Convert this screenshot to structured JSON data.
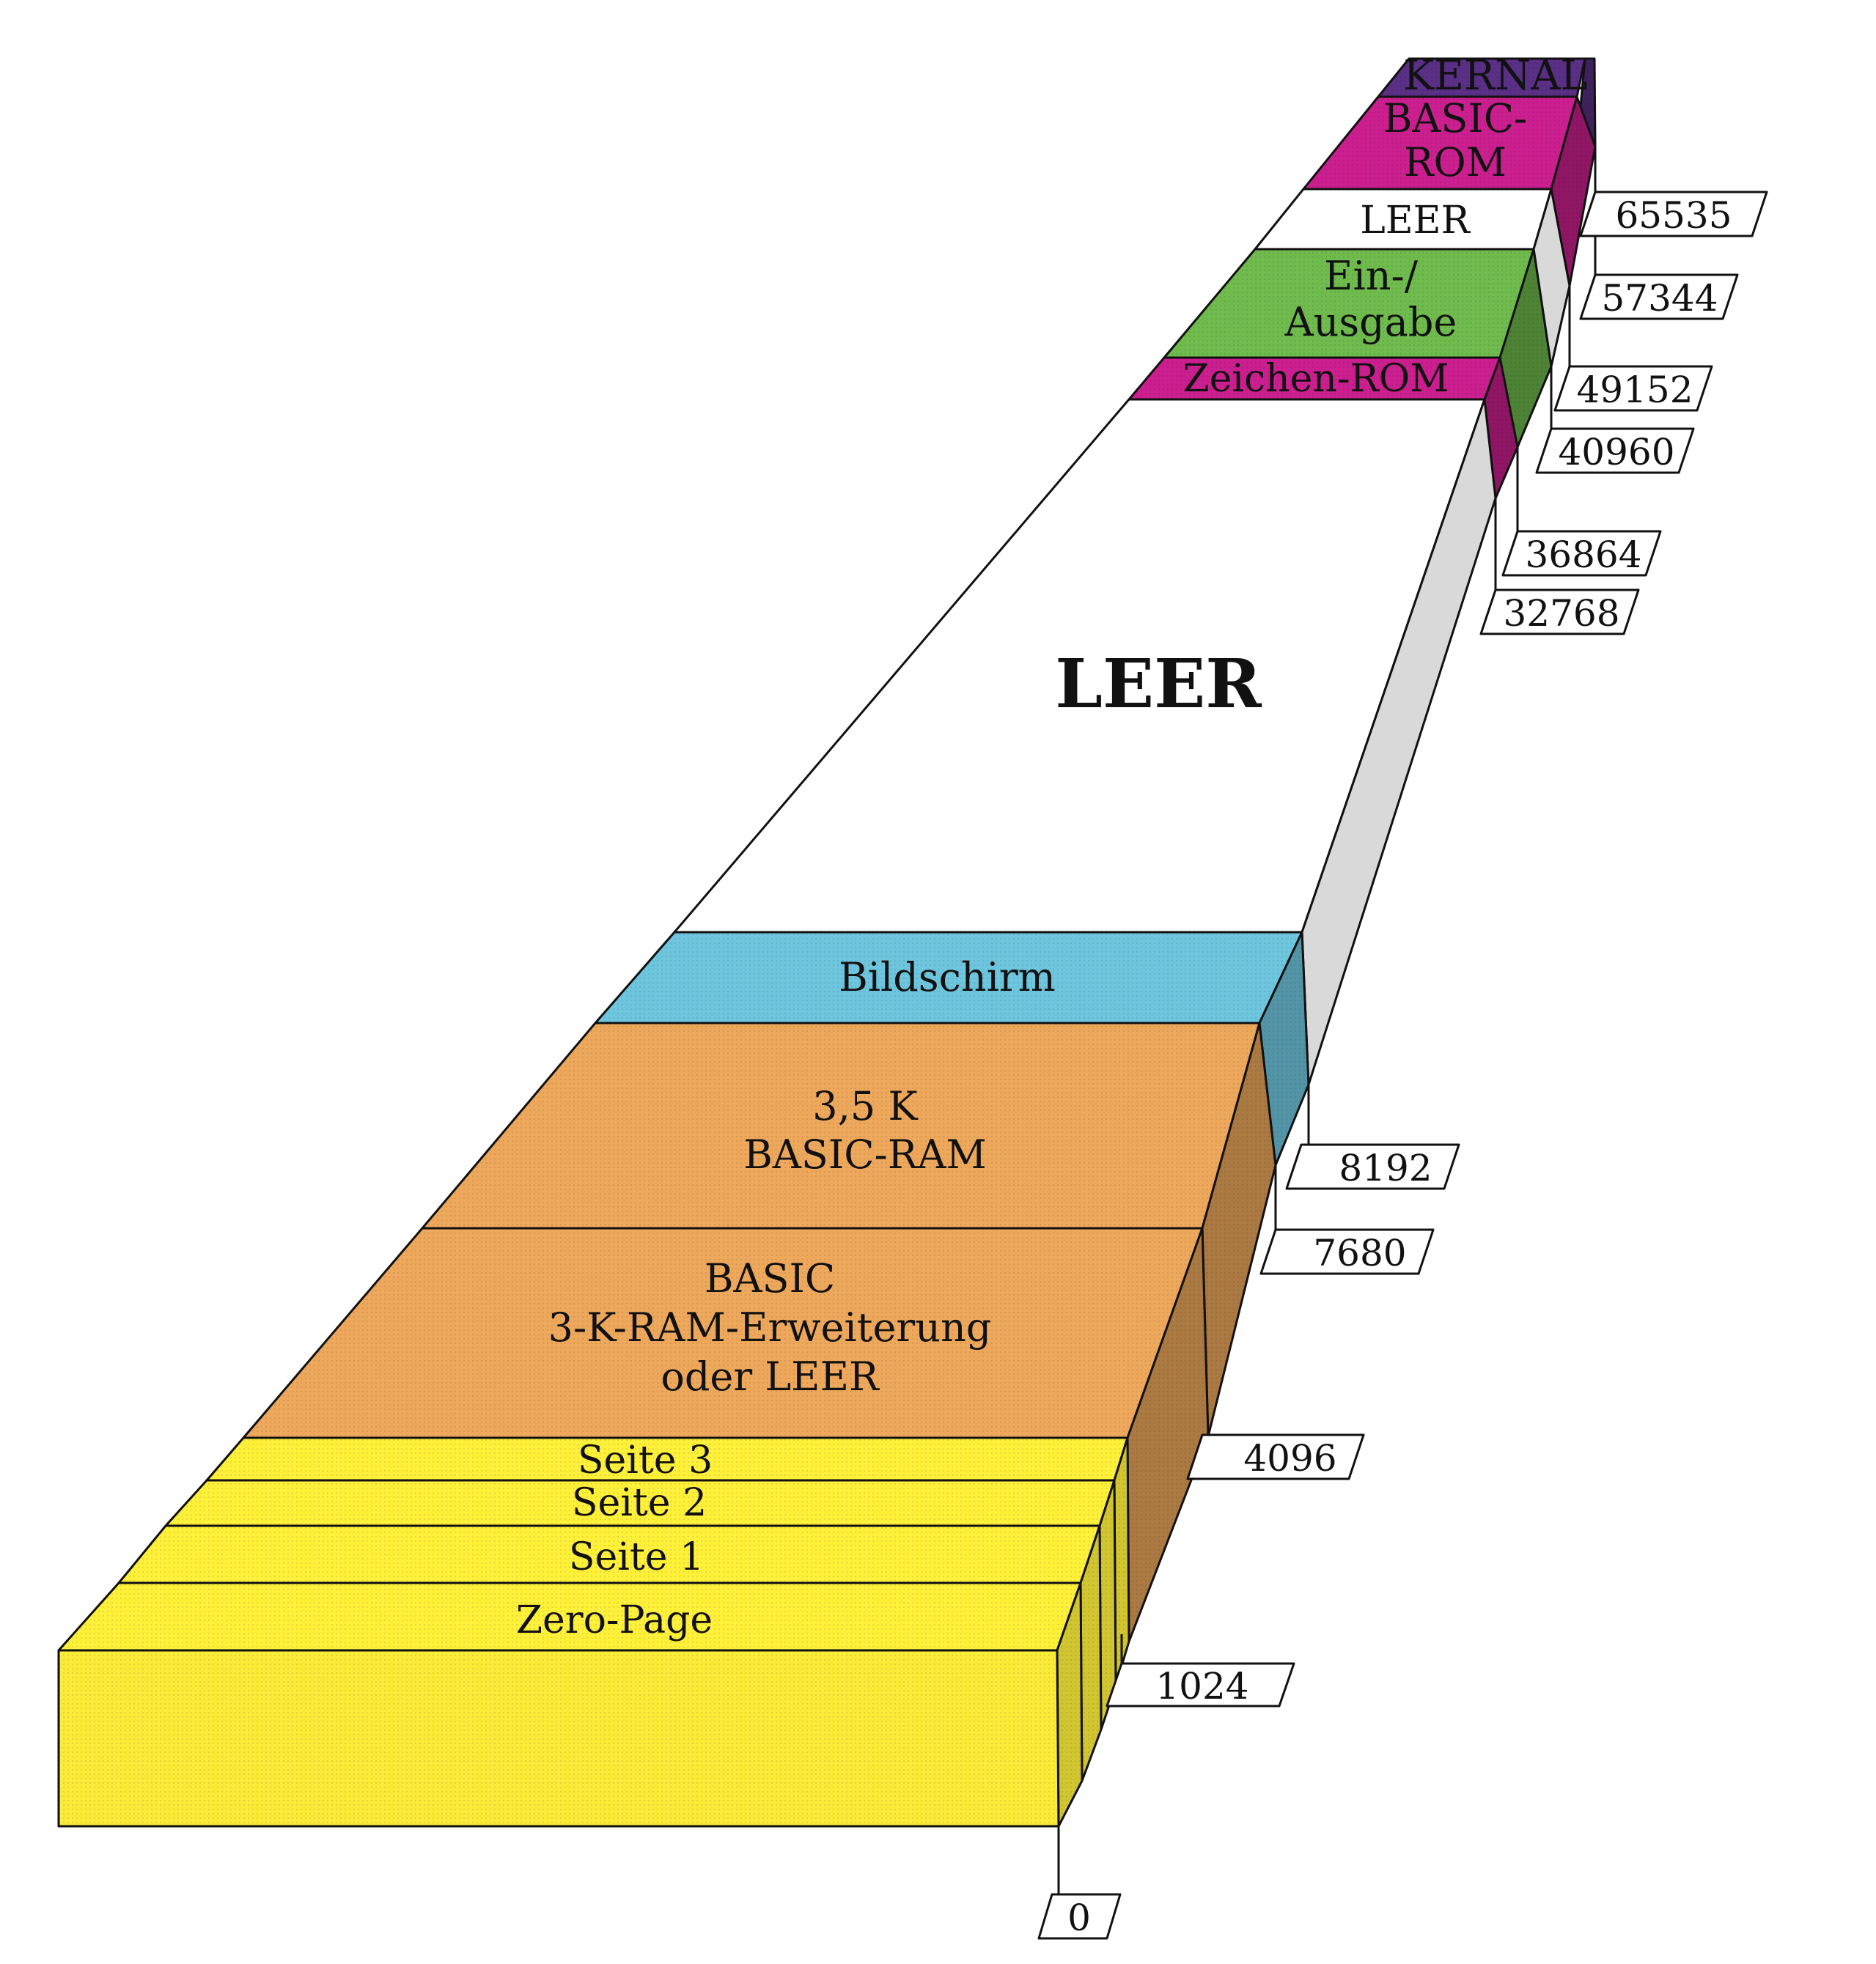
{
  "colors": {
    "yellow": "#fff03a",
    "orange": "#eea85c",
    "blue": "#6ec6de",
    "white": "#ffffff",
    "green": "#6fbb4d",
    "magenta": "#cc1f8f",
    "purple": "#5a2f86",
    "outline": "#111111"
  },
  "blocks": [
    {
      "id": "zero-page",
      "lines": [
        "Zero-Page"
      ],
      "color": "yellow"
    },
    {
      "id": "seite-1",
      "lines": [
        "Seite 1"
      ],
      "color": "yellow"
    },
    {
      "id": "seite-2",
      "lines": [
        "Seite 2"
      ],
      "color": "yellow"
    },
    {
      "id": "seite-3",
      "lines": [
        "Seite 3"
      ],
      "color": "yellow"
    },
    {
      "id": "basic-expansion",
      "lines": [
        "BASIC",
        "3-K-RAM-Erweiterung",
        "oder LEER"
      ],
      "color": "orange"
    },
    {
      "id": "basic-ram",
      "lines": [
        "3,5 K",
        "BASIC-RAM"
      ],
      "color": "orange"
    },
    {
      "id": "bildschirm",
      "lines": [
        "Bildschirm"
      ],
      "color": "blue"
    },
    {
      "id": "leer-main",
      "lines": [
        "LEER"
      ],
      "color": "white"
    },
    {
      "id": "zeichen-rom",
      "lines": [
        "Zeichen-ROM"
      ],
      "color": "magenta"
    },
    {
      "id": "ein-ausgabe",
      "lines": [
        "Ein-/",
        "Ausgabe"
      ],
      "color": "green"
    },
    {
      "id": "leer-upper",
      "lines": [
        "LEER"
      ],
      "color": "white"
    },
    {
      "id": "basic-rom",
      "lines": [
        "BASIC-",
        "ROM"
      ],
      "color": "magenta"
    },
    {
      "id": "kernal",
      "lines": [
        "KERNAL"
      ],
      "color": "purple"
    }
  ],
  "addresses": [
    "0",
    "1024",
    "4096",
    "7680",
    "8192",
    "32768",
    "36864",
    "40960",
    "49152",
    "57344",
    "65535"
  ]
}
